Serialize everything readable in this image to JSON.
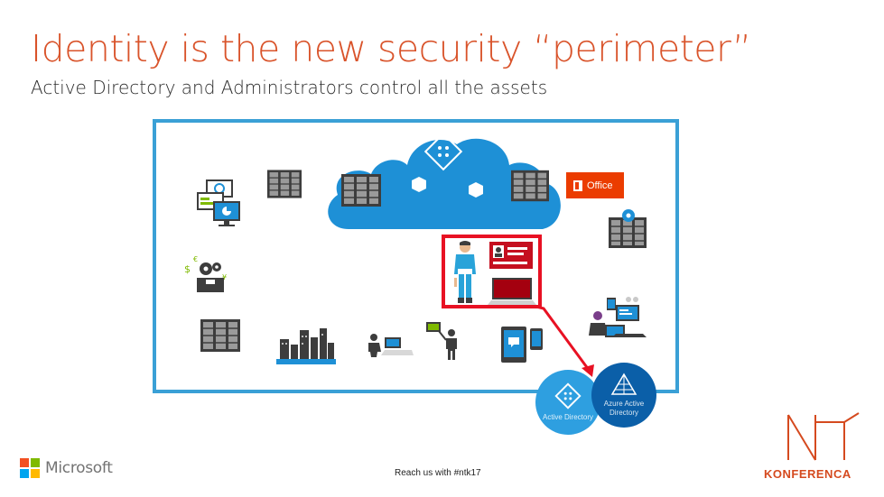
{
  "slide": {
    "title": "Identity is the new security “perimeter”",
    "subtitle": "Active Directory and Administrators control all the assets",
    "footer_note": "Reach us with #ntk17"
  },
  "office_badge": {
    "label": "Office",
    "icon": "office-icon"
  },
  "circles": [
    {
      "caption": "Active Directory",
      "icon": "active-directory-icon"
    },
    {
      "caption": "Azure Active Directory",
      "icon": "azure-ad-pyramid-icon"
    }
  ],
  "brand": {
    "microsoft_label": "Microsoft",
    "conference_label": "KONFERENCA"
  },
  "colors": {
    "title": "#d9532a",
    "frame_border": "#3aa0d6",
    "cloud": "#1e90d6",
    "highlight": "#e81123",
    "arrow": "#e81123",
    "office": "#eb3c00",
    "circle_left": "#2e9fe0",
    "circle_right": "#0b5fa8",
    "person": "#29a3d9",
    "ms_red": "#f25022",
    "ms_green": "#7fba00",
    "ms_blue": "#00a4ef",
    "ms_yellow": "#ffb900",
    "conf_orange": "#d54a1f"
  },
  "icons": [
    "monitor-dashboard-icon",
    "server-rack-icon",
    "gears-currency-icon",
    "city-skyline-icon",
    "user-laptop-icon",
    "user-presenter-icon",
    "tablet-phone-icon",
    "team-devices-icon",
    "server-gear-icon",
    "identity-user-icon",
    "id-card-icon",
    "laptop-icon"
  ]
}
